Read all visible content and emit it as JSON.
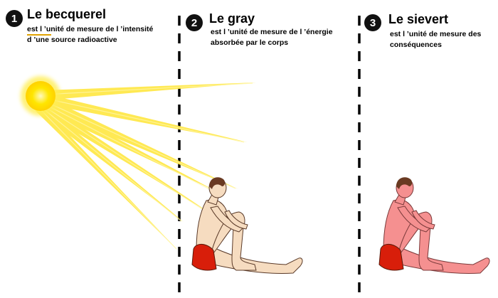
{
  "panels": [
    {
      "number": "1",
      "title": "Le becquerel",
      "desc_line1": "est l ’unité de mesure de l ’intensité",
      "desc_line2": "d ’une source radioactive"
    },
    {
      "number": "2",
      "title": "Le gray",
      "desc_line1": "est l ’unité de mesure de l ’énergie",
      "desc_line2": "absorbée par le corps"
    },
    {
      "number": "3",
      "title": "Le sievert",
      "desc_line1": "est l ’unité de mesure des",
      "desc_line2": "conséquences"
    }
  ],
  "colors": {
    "sun": "#ffe000",
    "ray": "#ffe84a",
    "skin_normal": "#f6dcc0",
    "skin_affected": "#f59090",
    "shorts": "#d81e0a",
    "hair": "#6a3a22",
    "divider": "#000000",
    "underline": "#e0a200"
  },
  "icons": [
    "sun-icon",
    "person-figure-normal",
    "person-figure-irradiated"
  ]
}
